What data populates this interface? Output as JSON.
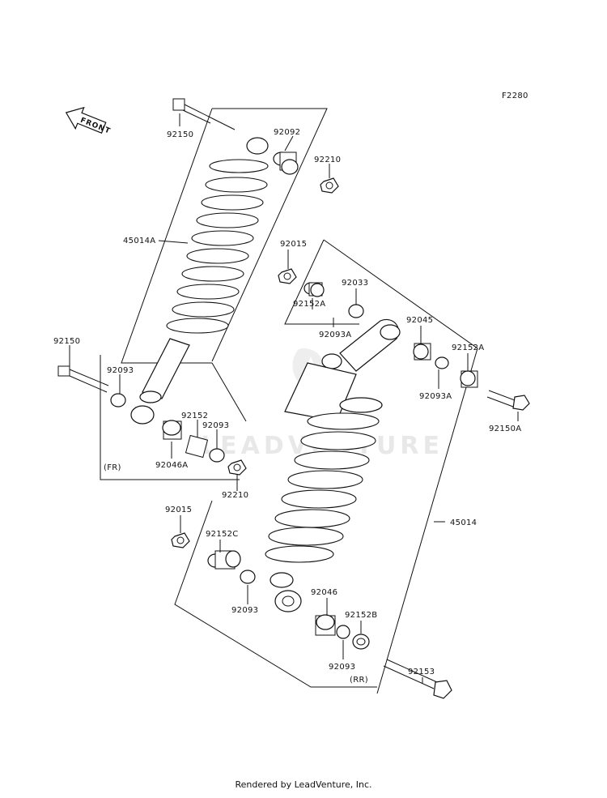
{
  "diagram": {
    "code": "F2280",
    "front_arrow": "FRONT",
    "groups": {
      "front": "(FR)",
      "rear": "(RR)"
    },
    "watermark": "LEADVENTURE",
    "labels": {
      "p92150_top": "92150",
      "p92092": "92092",
      "p92210_top": "92210",
      "p45014A": "45014A",
      "p92150_left": "92150",
      "p92093_fl": "92093",
      "p92152_f": "92152",
      "p92093_fr": "92093",
      "p92046A": "92046A",
      "p92210_bot": "92210",
      "p92015_top": "92015",
      "p92033": "92033",
      "p92152A_l": "92152A",
      "p92093A_l": "92093A",
      "p92045": "92045",
      "p92152A_r": "92152A",
      "p92093A_r": "92093A",
      "p92150A": "92150A",
      "p45014": "45014",
      "p92015_bot": "92015",
      "p92152C": "92152C",
      "p92093_rl": "92093",
      "p92046": "92046",
      "p92152B": "92152B",
      "p92093_rb": "92093",
      "p92153": "92153"
    }
  },
  "footer": "Rendered by LeadVenture, Inc."
}
